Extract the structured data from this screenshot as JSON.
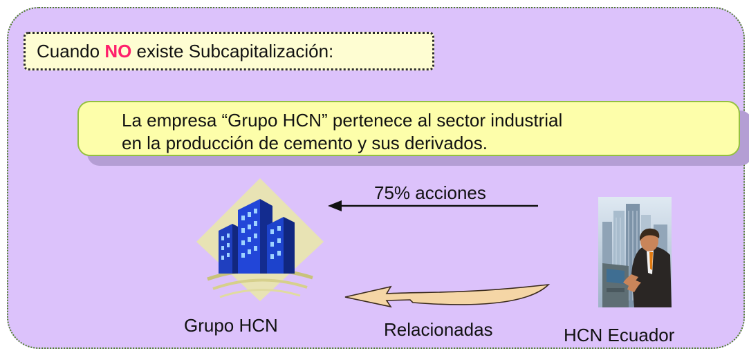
{
  "condition": {
    "prefix": "Cuando ",
    "highlight": "NO",
    "suffix": " existe Subcapitalización:",
    "highlight_color": "#ff1f6b"
  },
  "info": {
    "line1": "La empresa “Grupo HCN” pertenece al sector industrial",
    "line2": "en la producción de cemento y sus derivados."
  },
  "flow": {
    "shares_label": "75% acciones",
    "related_label": "Relacionadas"
  },
  "entities": {
    "left": {
      "name": "Grupo HCN",
      "icon": "office-building-icon"
    },
    "right": {
      "name": "HCN Ecuador",
      "icon": "businessman-atm-icon"
    }
  },
  "colors": {
    "panel": "#dcc2fb",
    "panel_border": "#4e7f2a",
    "info_fill": "#fdfeaa",
    "info_border": "#94c13f",
    "condition_fill": "#fefdd2"
  }
}
